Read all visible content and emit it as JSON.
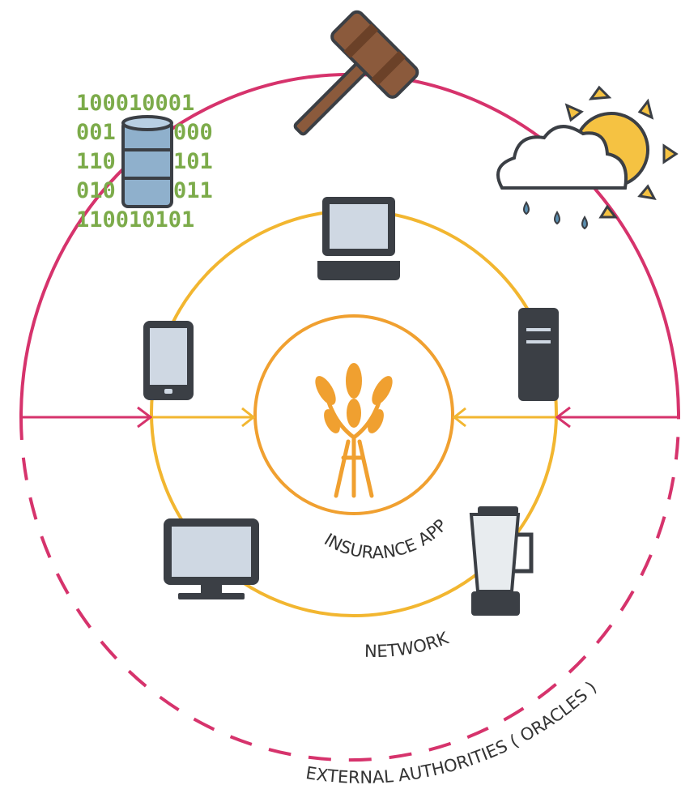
{
  "labels": {
    "insurance_app": "INSURANCE APP",
    "network": "NETWORK",
    "external": "EXTERNAL AUTHORITIES ( ORACLES )"
  },
  "binary_rows": [
    "100010001",
    "001",
    "000",
    "110",
    "101",
    "010",
    "011",
    "110010101"
  ],
  "colors": {
    "oracle_ring": "#d6336c",
    "network_ring": "#f2b630",
    "app_ring": "#f0a030",
    "binary": "#7cab4a",
    "device_dark": "#3b3f45",
    "screen": "#cfd8e3",
    "gavel": "#8b5a3c",
    "sun": "#f5c242",
    "rain": "#5b8fb0"
  },
  "icons": [
    "gavel-icon",
    "database-icon",
    "weather-icon",
    "laptop-icon",
    "tablet-icon",
    "tower-pc-icon",
    "monitor-icon",
    "blender-icon",
    "wheat-icon"
  ]
}
